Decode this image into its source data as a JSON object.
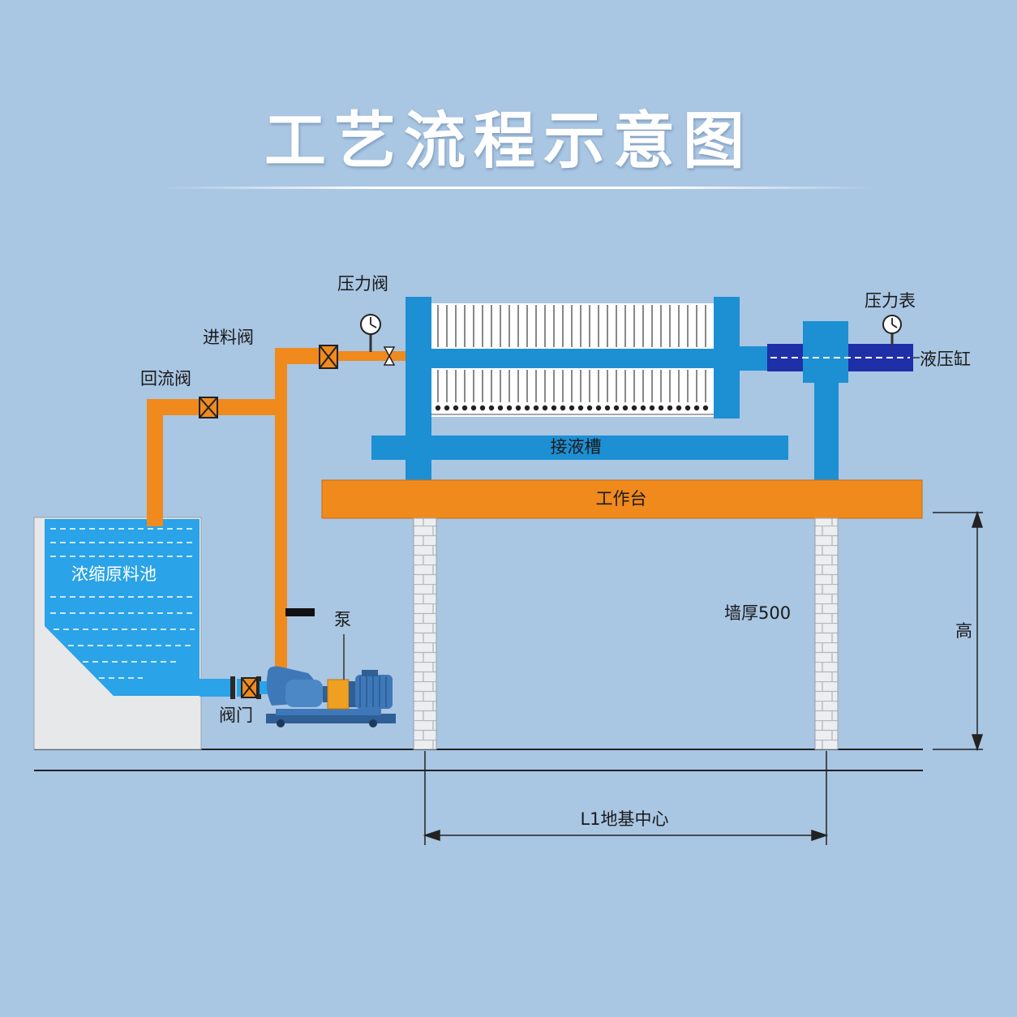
{
  "title": "工艺流程示意图",
  "labels": {
    "pressure_valve": "压力阀",
    "feed_valve": "进料阀",
    "return_valve": "回流阀",
    "pressure_gauge": "压力表",
    "hydraulic_cylinder": "液压缸",
    "collection_trough": "接液槽",
    "workbench": "工作台",
    "tank": "浓缩原料池",
    "pump": "泵",
    "valve": "阀门",
    "wall_thickness": "墙厚500",
    "height": "高",
    "foundation_center": "L1地基中心"
  },
  "colors": {
    "background": "#a9c6e3",
    "pipe_orange": "#f08a1d",
    "frame_blue": "#1d8fd3",
    "cylinder_navy": "#1f2fa8",
    "liquid_blue": "#2aa3e8",
    "tank_wall": "#e6e8ea",
    "pump_blue": "#3e78b8",
    "coupling_orange": "#f0a020"
  }
}
